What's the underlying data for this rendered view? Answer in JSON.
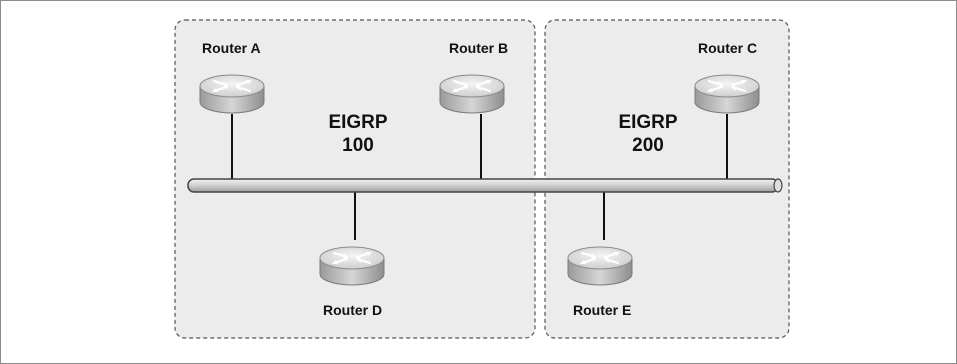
{
  "colors": {
    "zone_fill": "#ececec",
    "zone_border": "#555555",
    "bus_fill": "#d2d2d2",
    "router_body": "#bdbdbd",
    "router_top": "#e6e6e6",
    "link": "#111111"
  },
  "routers": {
    "a": {
      "label": "Router A",
      "icon": "router-icon"
    },
    "b": {
      "label": "Router B",
      "icon": "router-icon"
    },
    "c": {
      "label": "Router C",
      "icon": "router-icon"
    },
    "d": {
      "label": "Router D",
      "icon": "router-icon"
    },
    "e": {
      "label": "Router E",
      "icon": "router-icon"
    }
  },
  "domains": {
    "eigrp_100": {
      "name": "EIGRP",
      "as_number": "100"
    },
    "eigrp_200": {
      "name": "EIGRP",
      "as_number": "200"
    }
  }
}
